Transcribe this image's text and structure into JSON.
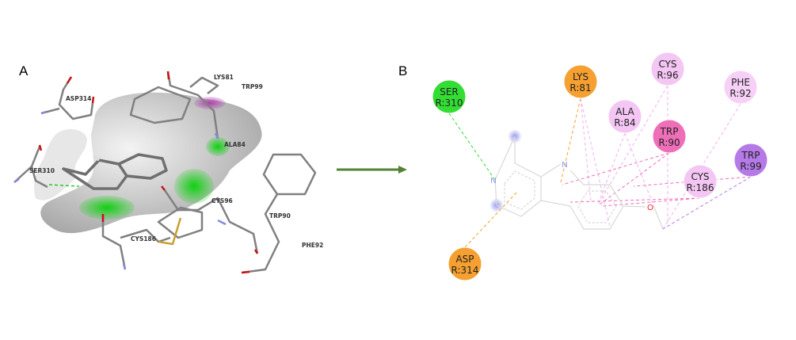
{
  "panels": {
    "a": "A",
    "b": "B"
  },
  "arrow_color": "#538135",
  "panel_a": {
    "residue_labels": [
      "LYS81",
      "TRP99",
      "ASP314",
      "ALA84",
      "SER310",
      "CYS96",
      "TRP90",
      "CYS186",
      "PHE92"
    ]
  },
  "panel_b": {
    "ligand_atoms": {
      "n1": "N",
      "n2": "N",
      "o": "O"
    },
    "residues": [
      {
        "name": "SER",
        "id": "R:310",
        "color": "#33dd33"
      },
      {
        "name": "LYS",
        "id": "R:81",
        "color": "#f5a030"
      },
      {
        "name": "CYS",
        "id": "R:96",
        "color": "#f4c6f4"
      },
      {
        "name": "PHE",
        "id": "R:92",
        "color": "#f7d0f7"
      },
      {
        "name": "ALA",
        "id": "R:84",
        "color": "#f4c6f4"
      },
      {
        "name": "TRP",
        "id": "R:90",
        "color": "#ee6fb8"
      },
      {
        "name": "TRP",
        "id": "R:99",
        "color": "#b57ae8"
      },
      {
        "name": "CYS",
        "id": "R:186",
        "color": "#f4c6f4"
      },
      {
        "name": "ASP",
        "id": "R:314",
        "color": "#f5a030"
      }
    ]
  }
}
